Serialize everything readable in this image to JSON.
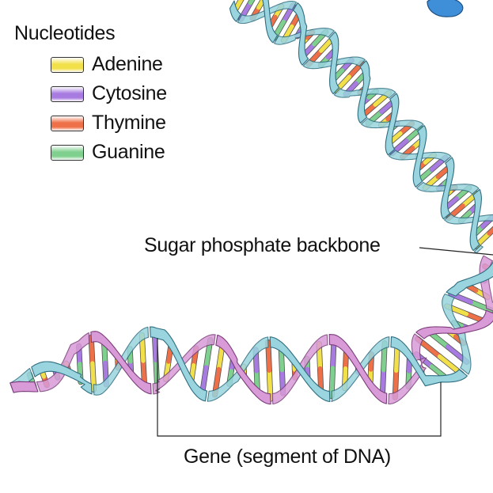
{
  "legend": {
    "title": "Nucleotides",
    "items": [
      {
        "label": "Adenine",
        "color": "#f2e04a"
      },
      {
        "label": "Cytosine",
        "color": "#a77be0"
      },
      {
        "label": "Thymine",
        "color": "#ee7048"
      },
      {
        "label": "Guanine",
        "color": "#7fd08e"
      }
    ]
  },
  "labels": {
    "backbone": "Sugar phosphate backbone",
    "gene": "Gene (segment of DNA)"
  },
  "colors": {
    "backbone_blue": "#9ad4de",
    "backbone_blue_edge": "#2e6d80",
    "backbone_pink": "#d99bd8",
    "backbone_pink_edge": "#7a3d7a",
    "blob": "#3f8fd8"
  }
}
